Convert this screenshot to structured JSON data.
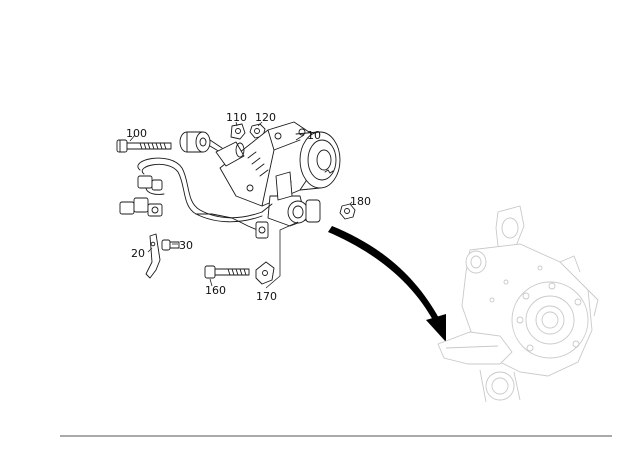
{
  "callouts": {
    "p10": "10",
    "p20": "20",
    "p30": "30",
    "p100": "100",
    "p110": "110",
    "p120": "120",
    "p160": "160",
    "p170": "170",
    "p180": "180"
  },
  "colors": {
    "line": "#1a1a1a",
    "ghost_line": "#c9c9c9",
    "arrow": "#000000",
    "footer_rule": "#555555"
  }
}
